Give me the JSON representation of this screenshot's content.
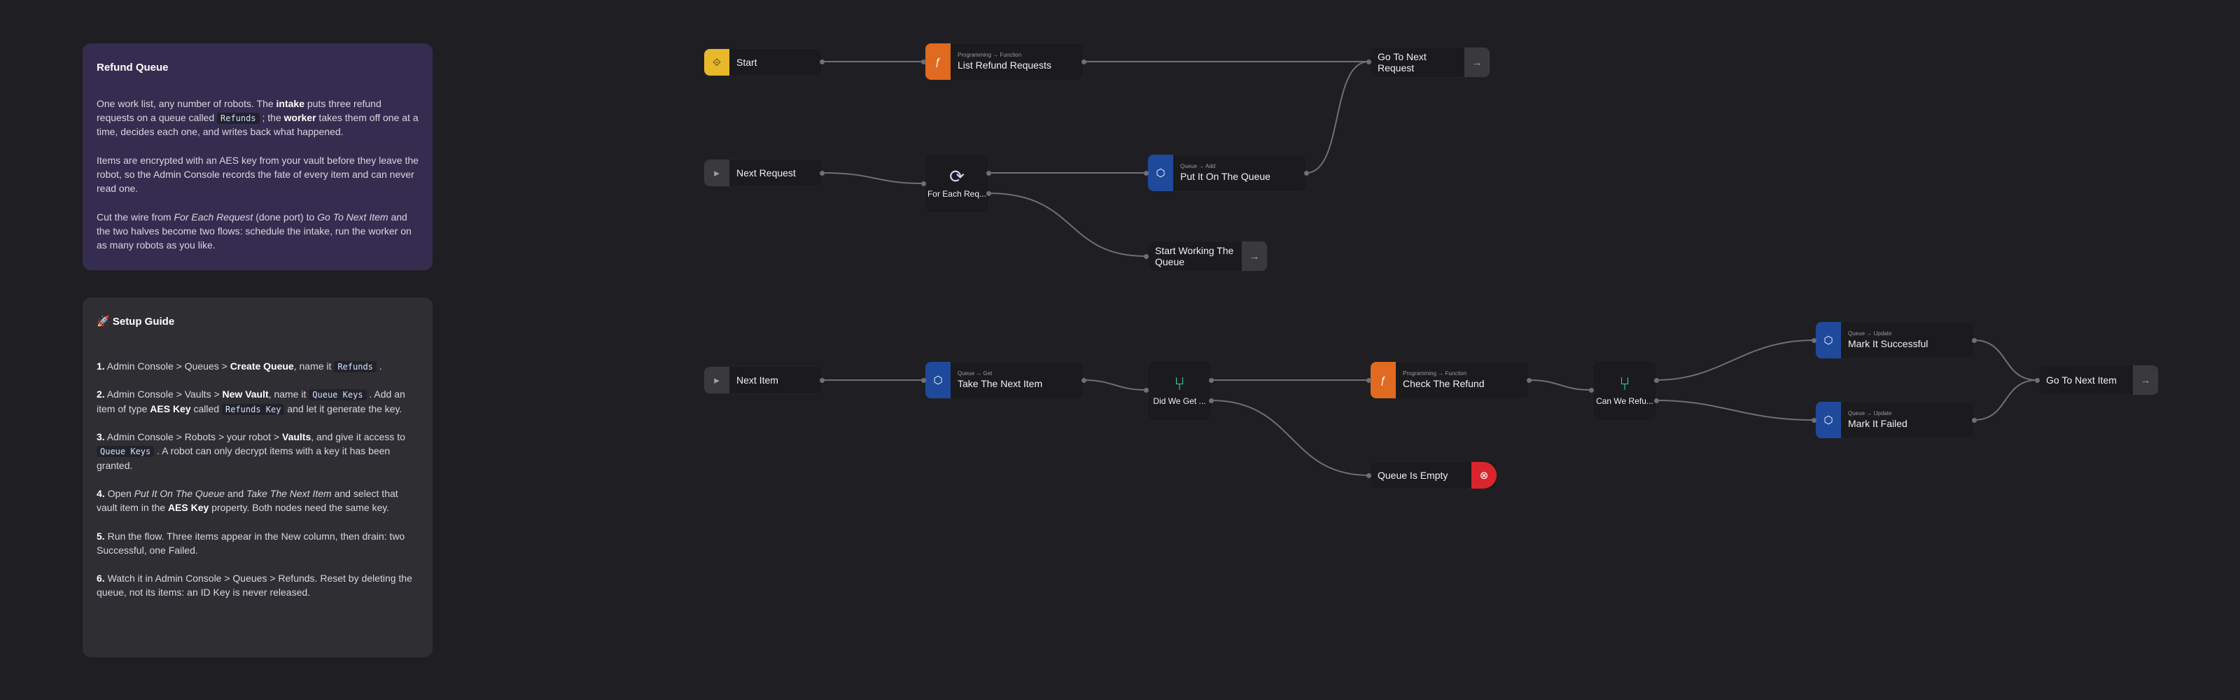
{
  "cards": {
    "refund": {
      "title": "Refund Queue",
      "p1": {
        "t1": "One work list, any number of robots. The ",
        "b1": "intake",
        "t2": " puts three refund requests on a queue called ",
        "c1": "Refunds",
        "t3": " ; the ",
        "b2": "worker",
        "t4": " takes them off one at a time, decides each one, and writes back what happened."
      },
      "p2": "Items are encrypted with an AES key from your vault before they leave the robot, so the Admin Console records the fate of every item and can never read one.",
      "p3": {
        "t1": "Cut the wire from ",
        "i1": "For Each Request",
        "t2": " (done port) to ",
        "i2": "Go To Next Item",
        "t3": " and the two halves become two flows: schedule the intake, run the worker on as many robots as you like."
      }
    },
    "setup": {
      "title": "🚀 Setup Guide",
      "s1": {
        "n": "1.",
        "t1": " Admin Console > Queues > ",
        "b1": "Create Queue",
        "t2": ", name it ",
        "c1": "Refunds",
        "t3": " ."
      },
      "s2": {
        "n": "2.",
        "t1": " Admin Console > Vaults > ",
        "b1": "New Vault",
        "t2": ", name it ",
        "c1": "Queue Keys",
        "t3": " . Add an item of type ",
        "b2": "AES Key",
        "t4": " called ",
        "c2": "Refunds Key",
        "t5": " and let it generate the key."
      },
      "s3": {
        "n": "3.",
        "t1": " Admin Console > Robots > your robot > ",
        "b1": "Vaults",
        "t2": ", and give it access to ",
        "c1": "Queue Keys",
        "t3": " . A robot can only decrypt items with a key it has been granted."
      },
      "s4": {
        "n": "4.",
        "t1": " Open ",
        "i1": "Put It On The Queue",
        "t2": " and ",
        "i2": "Take The Next Item",
        "t3": " and select that vault item in the ",
        "b1": "AES Key",
        "t4": " property. Both nodes need the same key."
      },
      "s5": {
        "n": "5.",
        "t1": " Run the flow. Three items appear in the New column, then drain: two Successful, one Failed."
      },
      "s6": {
        "n": "6.",
        "t1": " Watch it in Admin Console > Queues > Refunds. Reset by deleting the queue, not its items: an ID Key is never released."
      }
    }
  },
  "nodes": {
    "start": {
      "title": "Start",
      "icon": "start-icon"
    },
    "list_refund": {
      "kicker": "Programming → Function",
      "title": "List Refund Requests",
      "icon": "function-icon"
    },
    "goto_next_request": {
      "title": "Go To Next Request",
      "icon": "goto-icon"
    },
    "next_request": {
      "title": "Next Request",
      "icon": "label-icon"
    },
    "for_each": {
      "title": "For Each Req...",
      "icon": "loop-icon"
    },
    "put_queue": {
      "kicker": "Queue → Add",
      "title": "Put It On The Queue",
      "icon": "queue-icon"
    },
    "start_working": {
      "title": "Start Working The Queue",
      "icon": "goto-icon"
    },
    "next_item": {
      "title": "Next Item",
      "icon": "label-icon"
    },
    "take_next": {
      "kicker": "Queue → Get",
      "title": "Take The Next Item",
      "icon": "queue-icon"
    },
    "did_we_get": {
      "title": "Did We Get ...",
      "icon": "branch-icon"
    },
    "check_refund": {
      "kicker": "Programming → Function",
      "title": "Check The Refund",
      "icon": "function-icon"
    },
    "can_we_refund": {
      "title": "Can We Refu...",
      "icon": "branch-icon"
    },
    "mark_success": {
      "kicker": "Queue → Update",
      "title": "Mark It Successful",
      "icon": "queue-icon"
    },
    "mark_failed": {
      "kicker": "Queue → Update",
      "title": "Mark It Failed",
      "icon": "queue-icon"
    },
    "goto_next_item": {
      "title": "Go To Next Item",
      "icon": "goto-icon"
    },
    "queue_empty": {
      "title": "Queue Is Empty",
      "icon": "stop-icon"
    }
  },
  "colors": {
    "function": "#e06a1f",
    "queue": "#1f4a9c",
    "start": "#e8b82b",
    "stop": "#d9262c",
    "branch": "#38d3a8",
    "wire": "#6f6f75"
  }
}
